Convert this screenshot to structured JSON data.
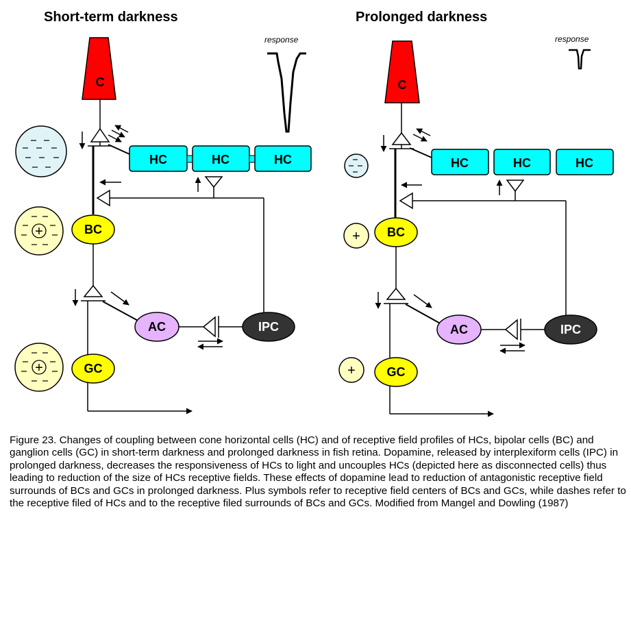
{
  "panels": {
    "left": {
      "title": "Short-term darkness",
      "response_label": "response"
    },
    "right": {
      "title": "Prolonged darkness",
      "response_label": "response"
    }
  },
  "cells": {
    "cone": "C",
    "horizontal": "HC",
    "bipolar": "BC",
    "amacrine": "AC",
    "interplexiform": "IPC",
    "ganglion": "GC"
  },
  "signs": {
    "minus": "–",
    "plus": "+"
  },
  "colors": {
    "cone": "#ff0000",
    "horizontal": "#00ffff",
    "bipolar": "#ffff00",
    "amacrine": "#e6b3ff",
    "interplexiform": "#333333",
    "hc_field": "#e0f4f8",
    "center_surround_field": "#ffffc0"
  },
  "caption": "Figure 23. Changes of coupling between cone horizontal cells (HC) and of receptive field profiles of HCs, bipolar cells (BC) and ganglion cells (GC) in short-term darkness and prolonged darkness in fish retina. Dopamine, released by interplexiform cells (IPC) in prolonged darkness, decreases the responsiveness of HCs to light and uncouples HCs (depicted here as disconnected cells) thus leading to reduction of the size of HCs receptive fields. These effects of dopamine lead to reduction of antagonistic receptive field surrounds of BCs and GCs in prolonged darkness. Plus symbols refer to receptive field centers of BCs and GCs, while dashes refer to the receptive filed of HCs and to the receptive filed surrounds of BCs and GCs. Modified from Mangel and Dowling (1987)"
}
